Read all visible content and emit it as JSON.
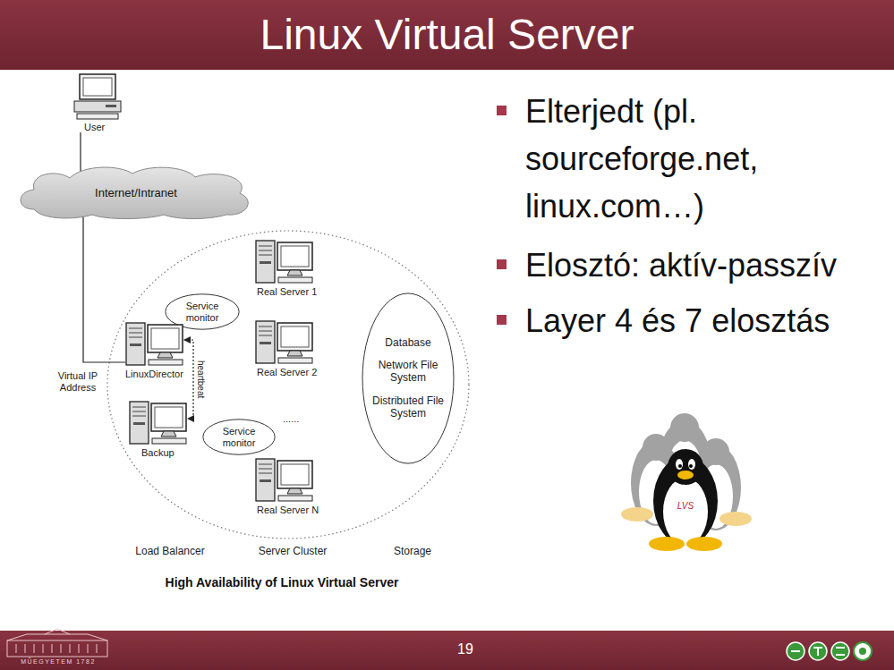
{
  "diagram": {
    "title": "Linux Virtual Server",
    "caption": "High Availability of Linux Virtual Server",
    "nodes": [
      {
        "text": [
          "User"
        ]
      },
      {
        "text": [
          "Internet/Intranet"
        ]
      },
      {
        "text": [
          "Service monitor"
        ]
      },
      {
        "text": [
          "LinuxDirector"
        ]
      },
      {
        "text": [
          "Backup"
        ]
      },
      {
        "text": [
          "Service monitor"
        ]
      },
      {
        "text": [
          "Real Server 1"
        ]
      },
      {
        "text": [
          "Real Server 2"
        ]
      },
      {
        "text": [
          "Real Server N"
        ]
      },
      {
        "text": [
          "Database",
          "Network File System",
          "Distributed File System"
        ]
      }
    ],
    "edges": [
      {
        "from": 0,
        "to": 1,
        "arrow": "none"
      },
      {
        "from": 1,
        "to": 3,
        "arrow": "none"
      },
      {
        "from": 3,
        "to": 4,
        "label": "heartbeat",
        "arrow": "both"
      }
    ],
    "labels": [
      "Virtual IP Address",
      "......",
      "Load Balancer",
      "Server Cluster",
      "Storage",
      "Elterjedt (pl. sourceforge.net, linux.com…)",
      "Elosztó: aktív-passzív",
      "Layer 4 és 7 elosztás",
      "LVS",
      "19",
      "MŰEGYETEM 1782"
    ]
  }
}
